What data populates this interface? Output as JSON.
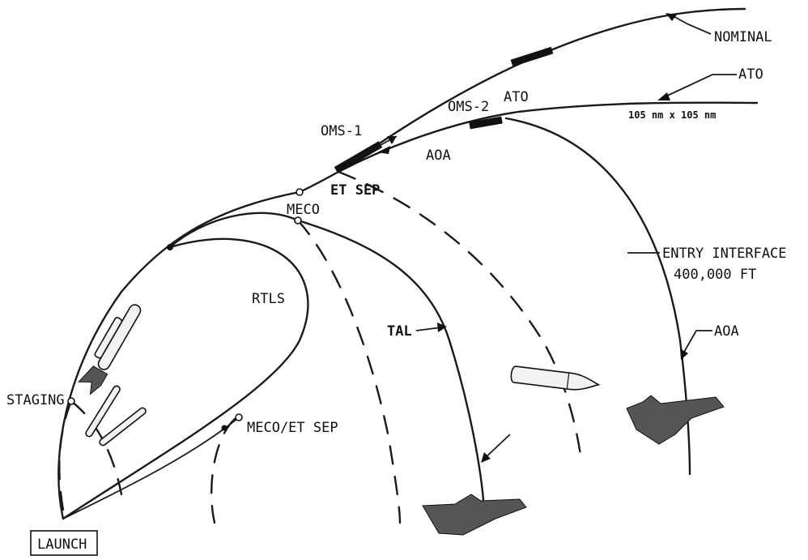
{
  "labels": {
    "nominal": "NOMINAL",
    "ato_callout": "ATO",
    "ato": "ATO",
    "orbit": "105 nm x 105 nm",
    "oms2": "OMS-2",
    "oms1": "OMS-1",
    "aoa_upper": "AOA",
    "et_sep": "ET SEP",
    "meco": "MECO",
    "entry_interface_1": "ENTRY INTERFACE",
    "entry_interface_2": "400,000 FT",
    "rtls": "RTLS",
    "tal": "TAL",
    "aoa_lower": "AOA",
    "staging": "STAGING",
    "meco_et_sep": "MECO/ET SEP",
    "launch": "LAUNCH"
  },
  "icons": [
    "shuttle-stack-icon",
    "srb-icon",
    "external-tank-icon",
    "orbiter-icon"
  ]
}
